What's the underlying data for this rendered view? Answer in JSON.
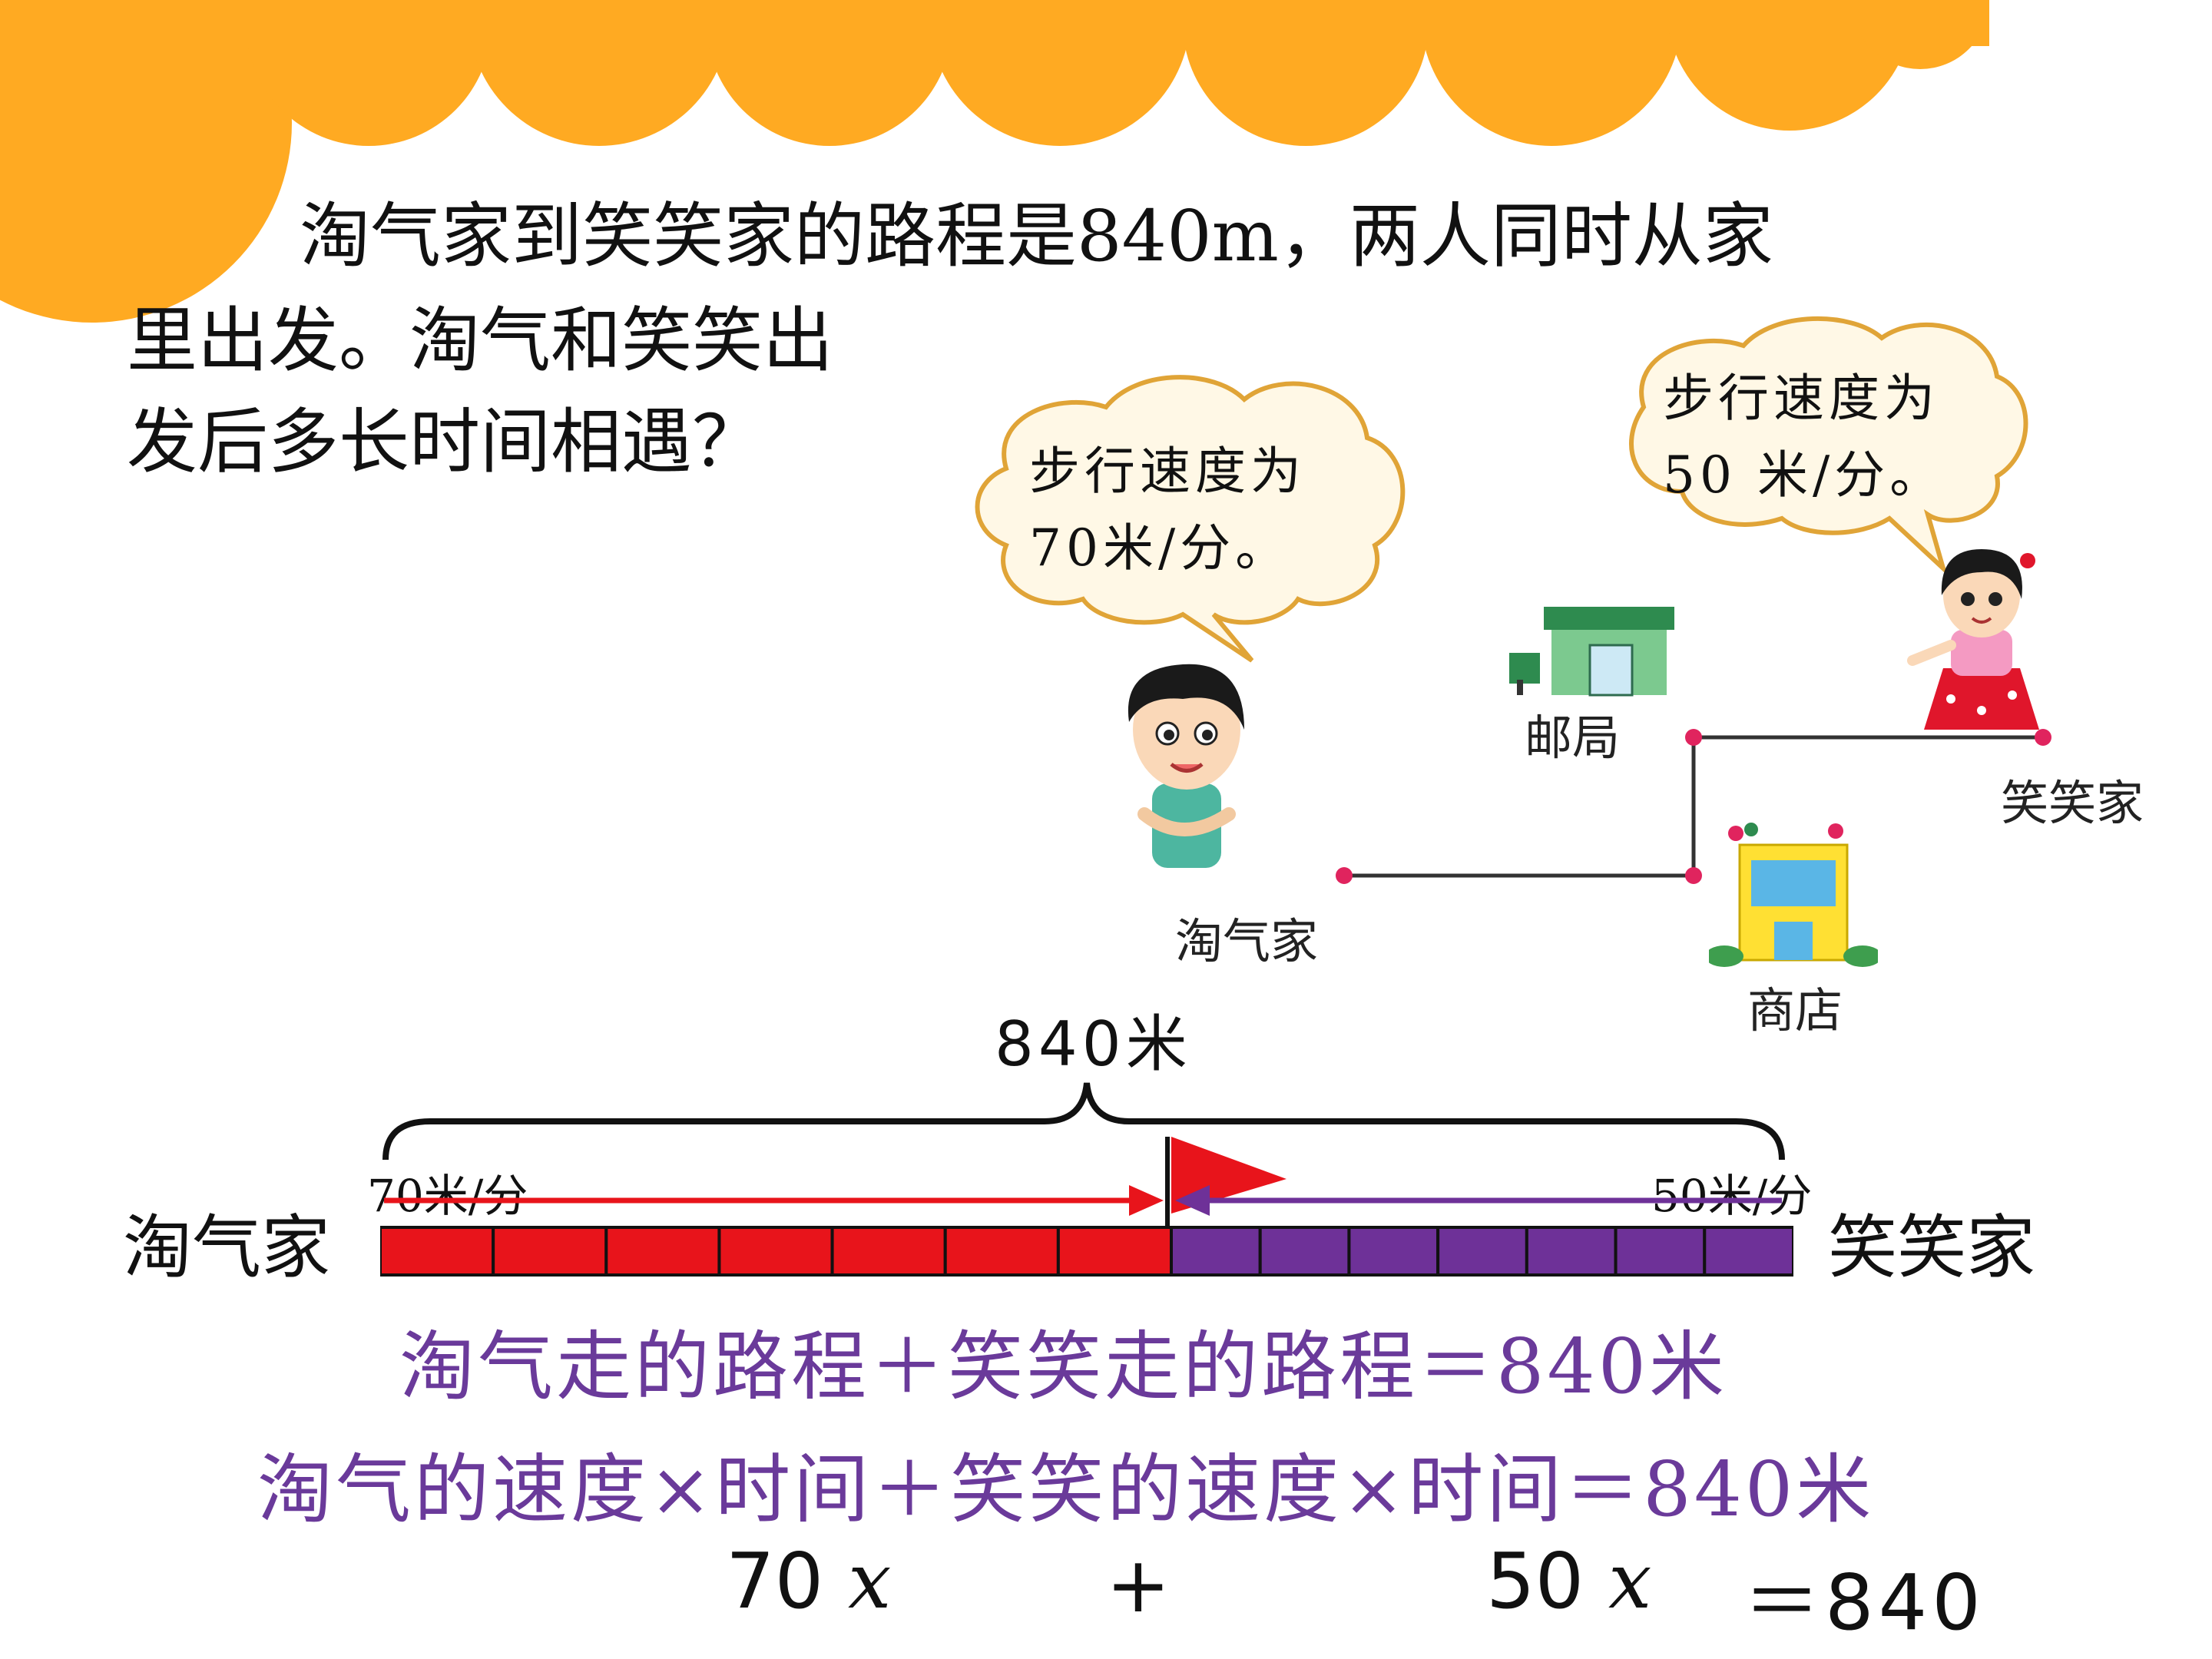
{
  "colors": {
    "cloud": "#FFAA22",
    "red_bar": "#E8141B",
    "purple_bar": "#6E3198",
    "eq_text": "#6A3A9A",
    "bubble_fill": "#FFF8E6",
    "bubble_stroke": "#E0A437",
    "route": "#333333",
    "route_dot": "#E0245E"
  },
  "problem": {
    "line1": "淘气家到笑笑家的路程是840m，两人同时从家",
    "line2": "里出发。淘气和笑笑出",
    "line3": "发后多长时间相遇？"
  },
  "bubbles": {
    "left": {
      "line1": "步行速度为",
      "line2": "70米/分。"
    },
    "right": {
      "line1": "步行速度为",
      "line2": "50 米/分。"
    }
  },
  "map": {
    "post_office": "邮局",
    "xiaoxiao_home": "笑笑家",
    "taoqi_home": "淘气家",
    "shop": "商店"
  },
  "diagram": {
    "total": "840米",
    "left_rate": "70米/分",
    "right_rate": "50米/分",
    "left_home": "淘气家",
    "right_home": "笑笑家",
    "red_segments": 7,
    "purple_segments": 7
  },
  "equations": {
    "line1": "淘气走的路程＋笑笑走的路程＝840米",
    "line2": "淘气的速度×时间＋笑笑的速度×时间＝840米"
  },
  "formula": {
    "term1_coef": "70",
    "term1_var": "x",
    "plus": "+",
    "term2_coef": "50",
    "term2_var": "x",
    "rhs": "＝840"
  },
  "icons": [
    "cloud-decoration",
    "post-office-icon",
    "shop-icon",
    "boy-icon",
    "girl-icon",
    "meeting-flag-icon"
  ]
}
